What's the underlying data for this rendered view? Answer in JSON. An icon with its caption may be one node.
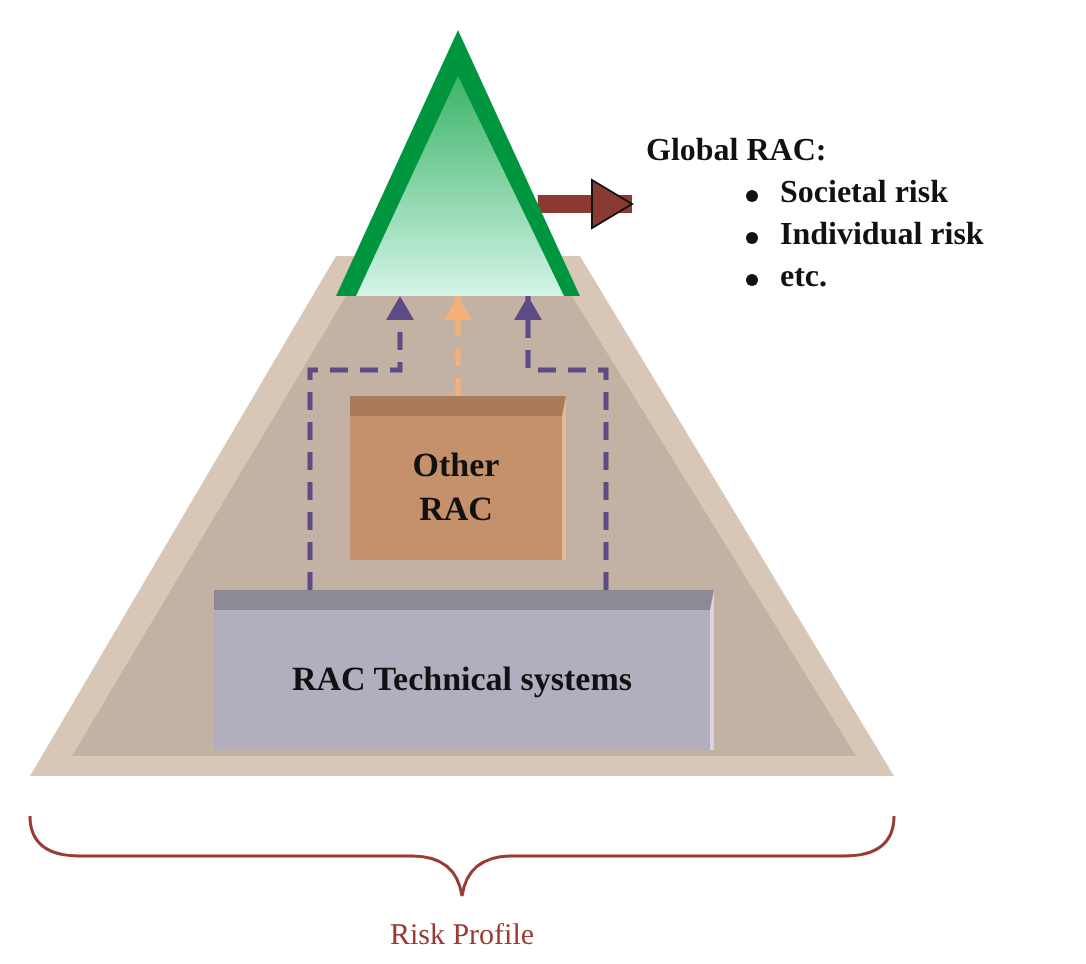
{
  "diagram": {
    "nodes": [
      {
        "text": [],
        "shape": "triangle"
      },
      {
        "text": [
          "Other RAC"
        ]
      },
      {
        "text": [
          "RAC Technical systems"
        ]
      },
      {
        "text": [
          "Global RAC:",
          "Societal risk",
          "Individual risk",
          "etc."
        ]
      }
    ],
    "edges": [
      {
        "from": 2,
        "to": 0,
        "arrow": "to",
        "style": "dashed",
        "color": "#5e4a85"
      },
      {
        "from": 1,
        "to": 0,
        "arrow": "to",
        "style": "dashed",
        "color": "#f5b07a"
      },
      {
        "from": 2,
        "to": 0,
        "arrow": "to",
        "style": "dashed",
        "color": "#5e4a85"
      },
      {
        "from": 0,
        "to": 3,
        "arrow": "to",
        "style": "thick",
        "color": "#8b3a32"
      }
    ],
    "labels": [
      "Risk Profile"
    ]
  }
}
